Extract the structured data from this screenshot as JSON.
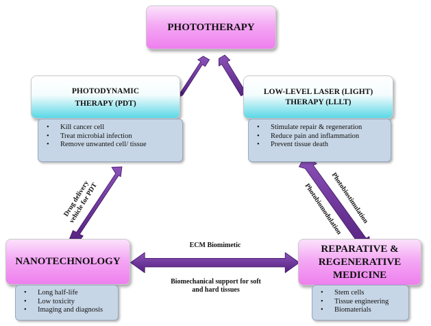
{
  "nodes": {
    "phototherapy": "PHOTOTHERAPY",
    "pdt": "PHOTODYNAMIC THERAPY (PDT)",
    "lllt": "LOW-LEVEL LASER (LIGHT) THERAPY (LLLT)",
    "nanotech": "NANOTECHNOLOGY",
    "regen": "REPARATIVE & REGENERATIVE MEDICINE"
  },
  "lists": {
    "pdt": [
      "Kill cancer cell",
      "Treat microbial infection",
      "Remove unwanted cell/ tissue"
    ],
    "lllt": [
      "Stimulate repair & regeneration",
      "Reduce pain and inflammation",
      "Prevent tissue death"
    ],
    "nanotech": [
      "Long half-life",
      "Low toxicity",
      "Imaging and diagnosis"
    ],
    "regen": [
      "Stem cells",
      "Tissue engineering",
      "Biomaterials"
    ]
  },
  "labels": {
    "drug_delivery": "Drug delivery vehicle for PDT",
    "photobiostimulation": "Photobiostimulation",
    "photobiomodulation": "Photobiomodulation",
    "ecm": "ECM Biomimetic",
    "biomechanical": "Biomechanical support for soft and hard tissues"
  },
  "colors": {
    "arrow": "#6a2f96",
    "pink_node": "#ee7fee",
    "cyan_node": "#5ad7e6",
    "list_box": "#c7d6e6"
  }
}
